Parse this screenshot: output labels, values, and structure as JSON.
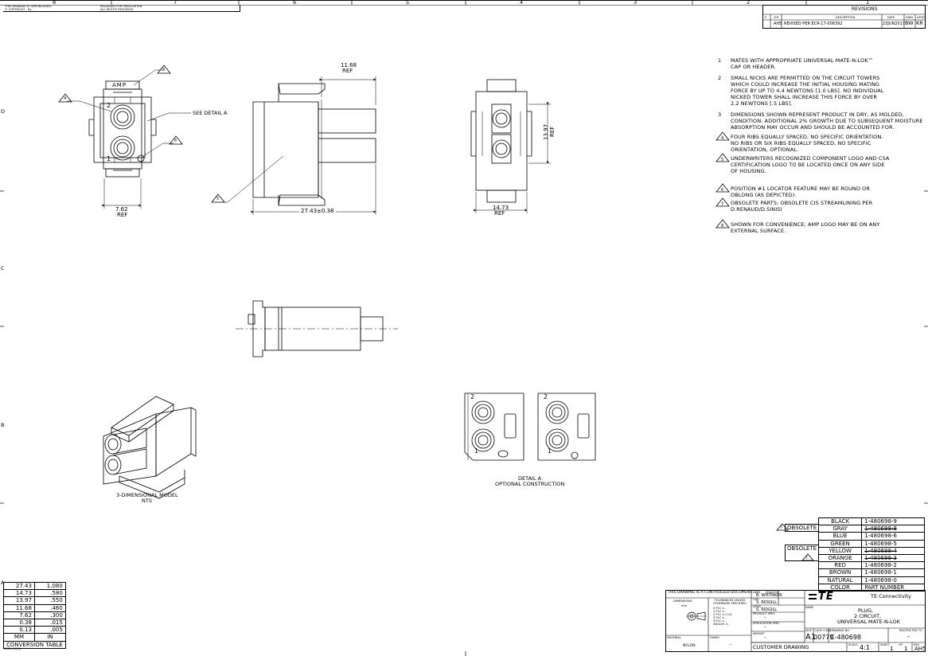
{
  "zones": {
    "top": [
      "8",
      "7",
      "6",
      "5",
      "4",
      "3",
      "2",
      "1"
    ],
    "side": [
      "D",
      "C",
      "B",
      "A"
    ]
  },
  "header": {
    "unpublished": "THIS DRAWING IS UNPUBLISHED.",
    "released": "RELEASED FOR PUBLICATION",
    "copyright": "© COPYRIGHT  -  By -",
    "rights": "ALL RIGHTS RESERVED."
  },
  "revisions": {
    "title": "REVISIONS",
    "cols": [
      "P",
      "LTR",
      "DESCRIPTION",
      "DATE",
      "DWN",
      "APVD"
    ],
    "row": [
      "",
      "AH5",
      "REVISED PER ECR-17-008392",
      "23JUN2017",
      "BW",
      "KR"
    ]
  },
  "notes": [
    {
      "num": "1",
      "text": "MATES WITH APPROPRIATE UNIVERSAL MATE-N-LOK™\nCAP OR HEADER."
    },
    {
      "num": "2",
      "text": "SMALL NICKS ARE PERMITTED ON THE CIRCUIT TOWERS\nWHICH COULD INCREASE THE INITIAL HOUSING MATING\nFORCE BY UP TO 4.4 NEWTONS [1.0 LBS]. NO INDIVIDUAL\nNICKED TOWER SHALL INCREASE THIS FORCE BY OVER\n2.2 NEWTONS [.5 LBS]."
    },
    {
      "num": "3",
      "text": "DIMENSIONS SHOWN REPRESENT PRODUCT IN DRY, AS MOLDED,\nCONDITION. ADDITIONAL 2% GROWTH DUE TO SUBSEQUENT MOISTURE\nABSORPTION MAY OCCUR AND SHOULD BE ACCOUNTED FOR."
    },
    {
      "num": "4",
      "text": "FOUR RIBS EQUALLY SPACED, NO SPECIFIC ORIENTATION.\nNO RIBS OR SIX RIBS EQUALLY SPACED, NO SPECIFIC\nORIENTATION, OPTIONAL."
    },
    {
      "num": "5",
      "text": "UNDERWRITERS RECOGNIZED COMPONENT LOGO AND CSA\nCERTIFICATION LOGO TO BE LOCATED ONCE ON ANY SIDE\nOF HOUSING."
    },
    {
      "num": "6",
      "text": "POSITION #1 LOCATOR FEATURE MAY BE ROUND OR\nOBLONG (AS DEPICTED)."
    },
    {
      "num": "7",
      "text": "OBSOLETE PARTS: OBSOLETE CIS STREAMLINING PER\nD.RENAUD/D.SINISI"
    },
    {
      "num": "8",
      "text": "SHOWN FOR CONVENIENCE; AMP LOGO MAY BE ON ANY\nEXTERNAL SURFACE."
    }
  ],
  "dims": {
    "ref1168": "11.68",
    "ref": "REF",
    "d762": "7.62",
    "d2743": "27.43±0.38",
    "d1473": "14.73",
    "d1397": "13.97",
    "see_detail": "SEE DETAIL A",
    "amp": "AMP",
    "pos1": "1",
    "pos2": "2"
  },
  "flags": {
    "f4": "4",
    "f8": "8",
    "f6": "6",
    "f5": "5",
    "f7": "7"
  },
  "labels": {
    "model": "3-DIMENSIONAL MODEL",
    "nts": "NTS",
    "detail": "DETAIL A",
    "optional": "OPTIONAL CONSTRUCTION"
  },
  "conversion": {
    "rows": [
      [
        "27.43",
        "1.080"
      ],
      [
        "14.73",
        ".580"
      ],
      [
        "13.97",
        ".550"
      ],
      [
        "11.68",
        ".460"
      ],
      [
        "7.62",
        ".300"
      ],
      [
        "0.38",
        ".015"
      ],
      [
        "0.13",
        ".005"
      ]
    ],
    "head": [
      "MM",
      "IN"
    ],
    "title": "CONVERSION TABLE"
  },
  "form_no": "4805 (3/16)",
  "colors": {
    "rows": [
      {
        "color": "BLACK",
        "part": "1-480698-9",
        "obsolete": false
      },
      {
        "color": "GRAY",
        "part": "1-480698-8",
        "obsolete": true
      },
      {
        "color": "BLUE",
        "part": "1-480698-6",
        "obsolete": false
      },
      {
        "color": "GREEN",
        "part": "1-480698-5",
        "obsolete": false
      },
      {
        "color": "YELLOW",
        "part": "1-480698-4",
        "obsolete": true
      },
      {
        "color": "ORANGE",
        "part": "1-480698-3",
        "obsolete": true
      },
      {
        "color": "RED",
        "part": "1-480698-2",
        "obsolete": false
      },
      {
        "color": "BROWN",
        "part": "1-480698-1",
        "obsolete": false
      },
      {
        "color": "NATURAL",
        "part": "1-480698-0",
        "obsolete": false
      }
    ],
    "head": [
      "COLOR",
      "PART NUMBER"
    ],
    "obsolete_label": "OBSOLETE"
  },
  "title_block": {
    "controlled": "THIS DRAWING IS A CONTROLLED DOCUMENT.",
    "dimensions": "DIMENSIONS:",
    "mm": "mm",
    "tolerances": "TOLERANCES UNLESS OTHERWISE SPECIFIED:",
    "tol_lines": [
      "0 PLC  ± -",
      "1 PLC  ± -",
      "2 PLC  ± 0.13",
      "3 PLC  ± -",
      "4 PLC  ± -",
      "ANGLES  ± -"
    ],
    "material": "MATERIAL",
    "material_val": "NYLON",
    "finish": "FINISH",
    "finish_val": "-",
    "dwn_lbl": "DWN",
    "dwn": "B. WHITAKER",
    "chk_lbl": "CHK",
    "chk": "S. RIDGILL",
    "appr_lbl": "APVD",
    "appr": "S. RIDGILL",
    "date_lbl": "08AUG05",
    "product_spec": "PRODUCT SPEC",
    "product_spec_val": "-",
    "application_spec": "APPLICATION SPEC",
    "application_spec_val": "-",
    "weight": "WEIGHT",
    "weight_val": "-",
    "logo": "TE",
    "company": "TE Connectivity",
    "name_lbl": "NAME",
    "name1": "PLUG,",
    "name2": "2 CIRCUIT,",
    "name3": "UNIVERSAL MATE-N-LOK",
    "size_lbl": "SIZE",
    "size": "A1",
    "cage_lbl": "CAGE CODE",
    "cage": "00779",
    "dwgno_lbl": "DRAWING NO",
    "dwgno": "C-480698",
    "restricted": "RESTRICTED TO",
    "restricted_val": "-",
    "customer": "CUSTOMER DRAWING",
    "scale_lbl": "SCALE",
    "scale": "4:1",
    "sheet_lbl": "SHEET",
    "sheet": "1",
    "of_lbl": "OF",
    "of": "1",
    "rev_lbl": "REV",
    "rev": "AH5"
  }
}
